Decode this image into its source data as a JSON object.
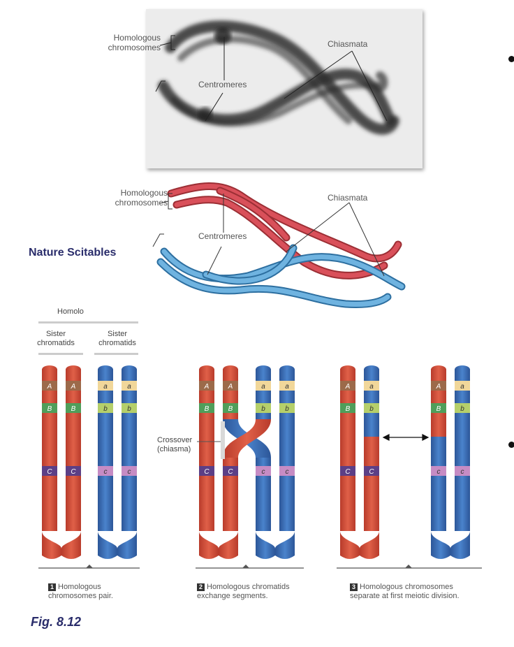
{
  "photo_panel": {
    "homologous_label": "Homologous\nchromosomes",
    "chiasmata_label": "Chiasmata",
    "centromeres_label": "Centromeres"
  },
  "drawing_panel": {
    "homologous_label": "Homologous\nchromosomes",
    "chiasmata_label": "Chiasmata",
    "centromeres_label": "Centromeres"
  },
  "source_label": "Nature Scitables",
  "bottom": {
    "homolo_label": "Homolo",
    "sister_left": "Sister\nchromatids",
    "sister_right": "Sister\nchromatids",
    "crossover_label": "Crossover\n(chiasma)",
    "steps": [
      {
        "num": "1",
        "text": "Homologous\nchromosomes pair."
      },
      {
        "num": "2",
        "text": "Homologous chromatids\nexchange segments."
      },
      {
        "num": "3",
        "text": "Homologous chromosomes\nseparate at first meiotic division."
      }
    ],
    "gene_labels_upper": [
      "A",
      "B",
      "C"
    ],
    "gene_labels_lower": [
      "a",
      "b",
      "c"
    ]
  },
  "figure_caption": "Fig. 8.12",
  "colors": {
    "red_chromosome": "#d4503c",
    "blue_chromosome": "#3b6db5",
    "band_A": "#9c6a4a",
    "band_a": "#f1d79a",
    "band_B": "#4f9e5a",
    "band_b": "#b5cf6a",
    "band_C": "#5c3f86",
    "band_c": "#c68cc4"
  }
}
